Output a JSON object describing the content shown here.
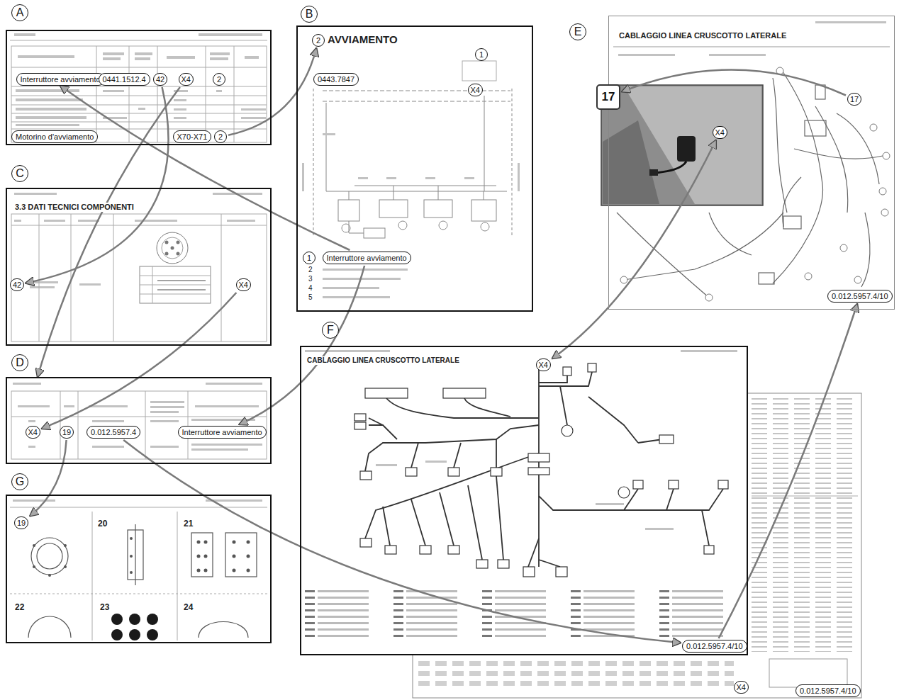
{
  "diagram": {
    "nodes": [
      {
        "text": [
          "A"
        ]
      },
      {
        "text": [
          "Interruttore avviamento"
        ],
        "in": 0
      },
      {
        "text": [
          "0441.1512.4"
        ],
        "in": 0
      },
      {
        "text": [
          "42"
        ],
        "in": 0
      },
      {
        "text": [
          "X4"
        ],
        "in": 0
      },
      {
        "text": [
          "2"
        ],
        "in": 0
      },
      {
        "text": [
          "Motorino d'avviamento"
        ],
        "in": 0
      },
      {
        "text": [
          "X70-X71"
        ],
        "in": 0
      },
      {
        "text": [
          "2"
        ],
        "in": 0
      },
      {
        "text": [
          "B"
        ]
      },
      {
        "text": [
          "2"
        ],
        "in": 9
      },
      {
        "text": [
          "0443.7847"
        ],
        "in": 9
      },
      {
        "text": [
          "1"
        ],
        "in": 9
      },
      {
        "text": [
          "X4"
        ],
        "in": 9
      },
      {
        "text": [
          "1"
        ],
        "in": 9
      },
      {
        "text": [
          "Interruttore avviamento"
        ],
        "in": 9
      },
      {
        "text": [
          "C"
        ]
      },
      {
        "text": [
          "42"
        ],
        "in": 16
      },
      {
        "text": [
          "X4"
        ],
        "in": 16
      },
      {
        "text": [
          "D"
        ]
      },
      {
        "text": [
          "X4"
        ],
        "in": 19
      },
      {
        "text": [
          "19"
        ],
        "in": 19
      },
      {
        "text": [
          "0.012.5957.4"
        ],
        "in": 19
      },
      {
        "text": [
          "Interruttore avviamento"
        ],
        "in": 19
      },
      {
        "text": [
          "E"
        ]
      },
      {
        "text": [
          "17"
        ],
        "in": 24
      },
      {
        "text": [
          "X4"
        ],
        "in": 24
      },
      {
        "text": [
          "17"
        ],
        "in": 24
      },
      {
        "text": [
          "0.012.5957.4/10"
        ],
        "in": 24
      },
      {
        "text": [
          "F"
        ]
      },
      {
        "text": [
          "X4"
        ],
        "in": 29
      },
      {
        "text": [
          "0.012.5957.4/10"
        ],
        "in": 29
      },
      {
        "text": [
          "X4"
        ]
      },
      {
        "text": [
          "0.012.5957.4/10"
        ]
      },
      {
        "text": [
          "G"
        ]
      },
      {
        "text": [
          "19"
        ],
        "in": 34
      }
    ],
    "edges": [
      {
        "from": 8,
        "to": 10,
        "arrow": "to"
      },
      {
        "from": 3,
        "to": 17,
        "arrow": "to"
      },
      {
        "from": 4,
        "to": 19,
        "arrow": "to"
      },
      {
        "from": 15,
        "to": 1,
        "arrow": "to"
      },
      {
        "from": 15,
        "to": 23,
        "arrow": "to"
      },
      {
        "from": 18,
        "to": 20,
        "arrow": "to"
      },
      {
        "from": 21,
        "to": 35,
        "arrow": "to"
      },
      {
        "from": 22,
        "to": 31,
        "arrow": "to"
      },
      {
        "from": 31,
        "to": 28,
        "arrow": "to"
      },
      {
        "from": 27,
        "to": 25,
        "arrow": "to"
      },
      {
        "from": 30,
        "to": 26,
        "arrow": "both"
      }
    ],
    "labels": [
      "AVVIAMENTO",
      "2",
      "3",
      "4",
      "5",
      "3.3 DATI TECNICI COMPONENTI",
      "CABLAGGIO LINEA CRUSCOTTO LATERALE",
      "CABLAGGIO LINEA CRUSCOTTO LATERALE",
      "20",
      "21",
      "22",
      "23",
      "24"
    ]
  }
}
